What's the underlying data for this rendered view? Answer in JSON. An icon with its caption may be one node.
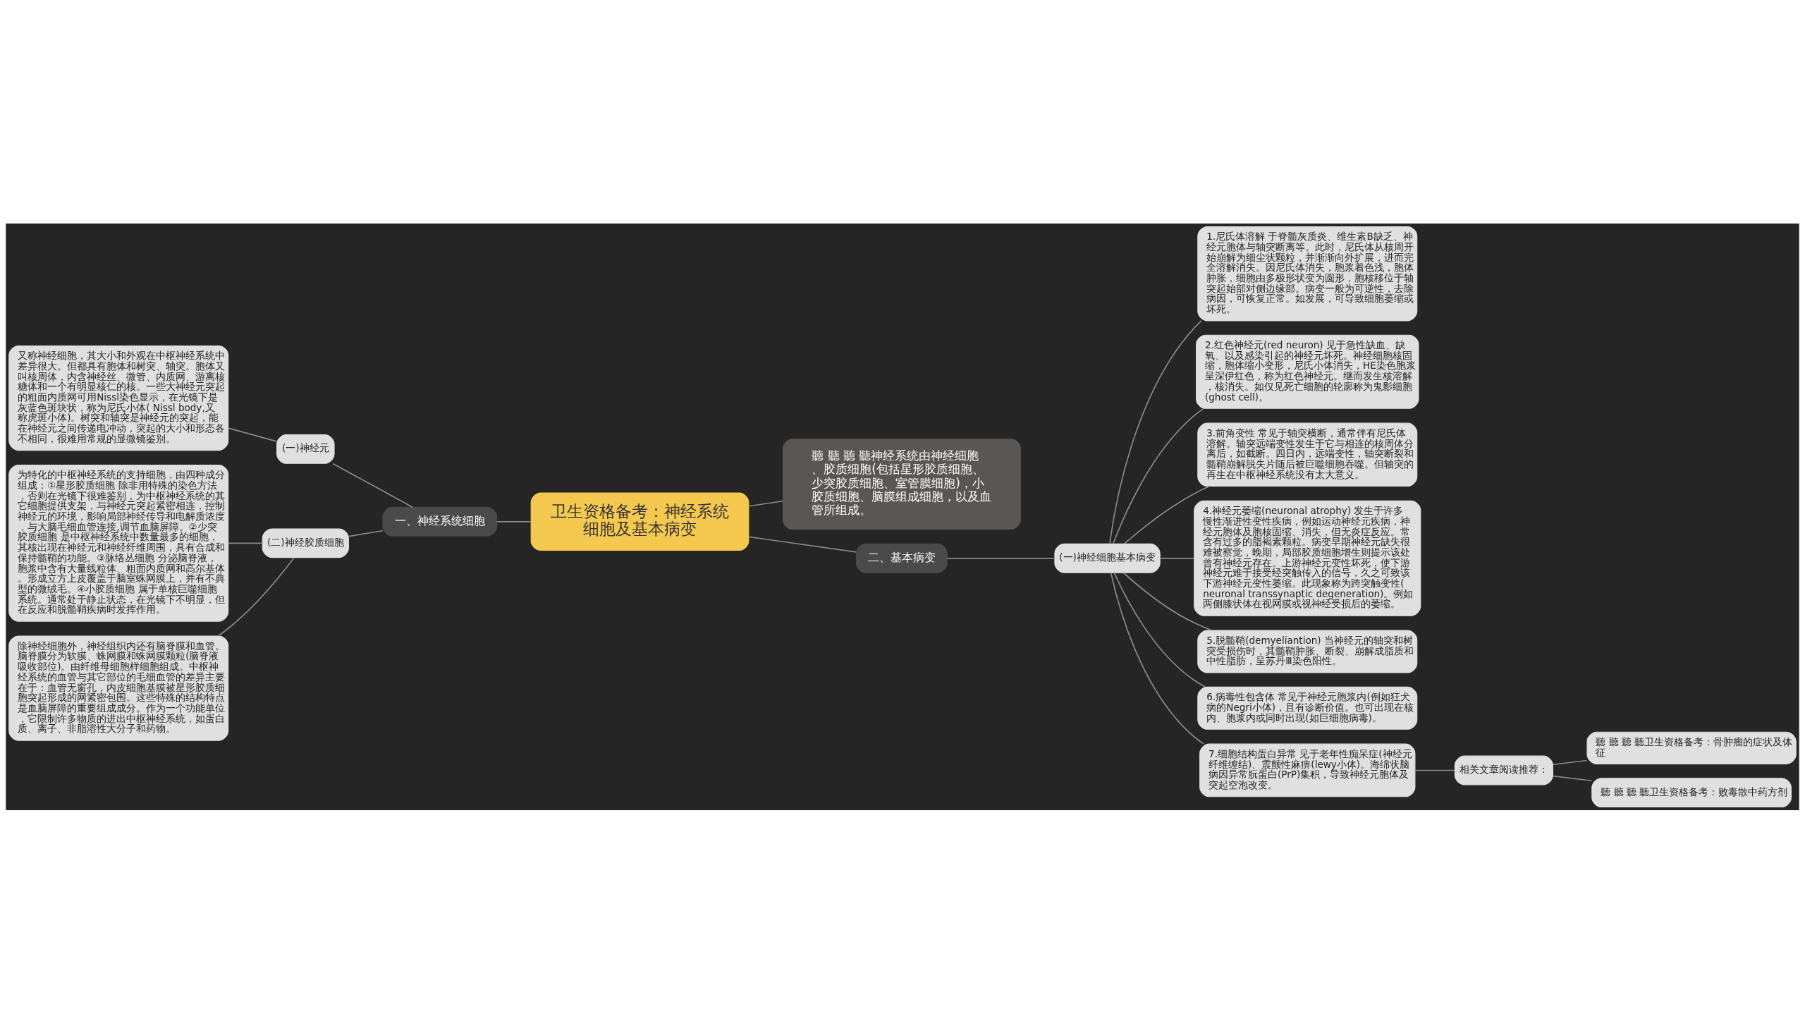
{
  "diagram": {
    "nodes": [
      {
        "text": [
          "卫生资格备考：神经系统细胞及基本病变"
        ]
      },
      {
        "text": [
          "聽 聽 聽 聽神经系统由神经细胞、胶质细胞(包括星形胶质细胞、少突胶质细胞、室管膜细胞)，小胶质细胞、脑膜组成细胞，以及血管所组成。"
        ]
      },
      {
        "text": [
          "一、神经系统细胞"
        ]
      },
      {
        "text": [
          "(一)神经元"
        ]
      },
      {
        "text": [
          "又称神经细胞，其大小和外观在中枢神经系统中差异很大。但都具有胞体和树突、轴突。胞体又叫核周体，内含神经丝、微管、内质网、游离核糖体和一个有明显核仁的核。一些大神经元突起的粗面内质网可用Nissl染色显示，在光镜下是灰蓝色斑块状，称为尼氏小体( Nissl body,又称虎斑小体)。树突和轴突是神经元的突起，能在神经元之间传递电冲动，突起的大小和形态各不相同，很难用常规的显微镜鉴别。"
        ]
      },
      {
        "text": [
          "(二)神经胶质细胞"
        ]
      },
      {
        "text": [
          "为特化的中枢神经系统的支持细胞，由四种成分组成：①星形胶质细胞 除非用特殊的染色方法，否则在光镜下很难鉴别，为中枢神经系统的其它细胞提供支架，与神经元突起紧密相连，控制神经元的环境，影响局部神经传导和电解质浓度，与大脑毛细血管连接,调节血脑屏障。②少突胶质细胞 是中枢神经系统中数量最多的细胞，其核出现在神经元和神经纤维周围，具有合成和保持髓鞘的功能。③脉络丛细胞 分泌脑脊液，胞浆中含有大量线粒体、粗面内质网和高尔基体。形成立方上皮覆盖于脑室蛛网膜上，并有不典型的微绒毛。④小胶质细胞 属于单核巨噬细胞系统。通常处于静止状态，在光镜下不明显，但在反应和脱髓鞘疾病时发挥作用。"
        ]
      },
      {
        "text": [
          "除神经细胞外，神经组织内还有脑脊膜和血管。脑脊膜分为软膜、蛛网膜和蛛网膜颗粒(脑脊液吸收部位)。由纤维母细胞样细胞组成。中枢神经系统的血管与其它部位的毛细血管的差异主要在于：血管无窗孔，内皮细胞基膜被星形胶质细胞突起形成的网紧密包围。这些特殊的结构特点是血脑屏障的重要组成成分。作为一个功能单位，它限制许多物质的进出中枢神经系统，如蛋白质、离子、非脂溶性大分子和药物。"
        ]
      },
      {
        "text": [
          "二、基本病变"
        ]
      },
      {
        "text": [
          "(一)神经细胞基本病变"
        ]
      },
      {
        "text": [
          "1.尼氏体溶解 于脊髓灰质炎、维生素B缺乏、神经元胞体与轴突断离等。此时，尼氏体从核周开始崩解为细尘状颗粒，并渐渐向外扩展，进而完全溶解消失。因尼氏体消失，胞浆着色浅，胞体肿胀，细胞由多极形状变为圆形，胞核移位于轴突起始部对侧边缘部。病变一般为可逆性，去除病因，可恢复正常。如发展，可导致细胞萎缩或坏死。"
        ]
      },
      {
        "text": [
          "2.红色神经元(red neuron) 见于急性缺血、缺氧、以及感染引起的神经元坏死。神经细胞核固缩，胞体缩小变形，尼氏小体消失，HE染色胞浆呈深伊红色，称为红色神经元。继而发生核溶解，核消失。如仅见死亡细胞的轮廓称为鬼影细胞(ghost cell)。"
        ]
      },
      {
        "text": [
          "3.前角变性 常见于轴突横断，通常伴有尼氏体溶解。轴突远端变性发生于它与相连的核周体分离后，如截断。四日内，远端变性，轴突断裂和髓鞘崩解脱失片随后被巨噬细胞吞噬。但轴突的再生在中枢神经系统没有太大意义。"
        ]
      },
      {
        "text": [
          "4.神经元萎缩(neuronal atrophy) 发生于许多慢性渐进性变性疾病，例如运动神经元疾病，神经元胞体及胞核固缩、消失，但无炎症反应。常含有过多的脂褐素颗粒。病变早期神经元缺失很难被察觉，晚期，局部胶质细胞增生则提示该处曾有神经元存在。上游神经元变性坏死，使下游神经元难于接受经突触传入的信号，久之可致该下游神经元变性萎缩。此现象称为跨突触变性(neuronal transsynaptic degeneration)。例如两侧膝状体在视网膜或视神经受损后的萎缩。"
        ]
      },
      {
        "text": [
          "5.脱髓鞘(demyeliantion) 当神经元的轴突和树突受损伤时，其髓鞘肿胀、断裂、崩解成脂质和中性脂肪，呈苏丹Ⅲ染色阳性。"
        ]
      },
      {
        "text": [
          "6.病毒性包含体 常见于神经元胞浆内(例如狂犬病的Negri小体)，且有诊断价值。也可出现在核内、胞浆内或同时出现(如巨细胞病毒)。"
        ]
      },
      {
        "text": [
          "7.细胞结构蛋白异常 见于老年性痴呆症(神经元纤维缠结)、震颤性麻痹(lewy小体)。海绵状脑病因异常朊蛋白(PrP)集积，导致神经元胞体及突起空泡改变。"
        ]
      },
      {
        "text": [
          "相关文章阅读推荐："
        ]
      },
      {
        "text": [
          "聽 聽 聽 聽卫生资格备考：骨肿瘤的症状及体征"
        ]
      },
      {
        "text": [
          "聽 聽 聽 聽卫生资格备考：败毒散中药方剂"
        ]
      }
    ],
    "edges": [
      {
        "from": 0,
        "to": 1,
        "arrow": "none"
      },
      {
        "from": 0,
        "to": 2,
        "arrow": "none"
      },
      {
        "from": 2,
        "to": 3,
        "arrow": "none"
      },
      {
        "from": 3,
        "to": 4,
        "arrow": "none"
      },
      {
        "from": 2,
        "to": 5,
        "arrow": "none"
      },
      {
        "from": 5,
        "to": 6,
        "arrow": "none"
      },
      {
        "from": 5,
        "to": 7,
        "arrow": "none"
      },
      {
        "from": 0,
        "to": 8,
        "arrow": "none"
      },
      {
        "from": 8,
        "to": 9,
        "arrow": "none"
      },
      {
        "from": 9,
        "to": 10,
        "arrow": "none"
      },
      {
        "from": 9,
        "to": 11,
        "arrow": "none"
      },
      {
        "from": 9,
        "to": 12,
        "arrow": "none"
      },
      {
        "from": 9,
        "to": 13,
        "arrow": "none"
      },
      {
        "from": 9,
        "to": 14,
        "arrow": "none"
      },
      {
        "from": 9,
        "to": 15,
        "arrow": "none"
      },
      {
        "from": 9,
        "to": 16,
        "arrow": "none"
      },
      {
        "from": 16,
        "to": 17,
        "arrow": "none"
      },
      {
        "from": 17,
        "to": 18,
        "arrow": "none"
      },
      {
        "from": 17,
        "to": 19,
        "arrow": "none"
      }
    ]
  }
}
